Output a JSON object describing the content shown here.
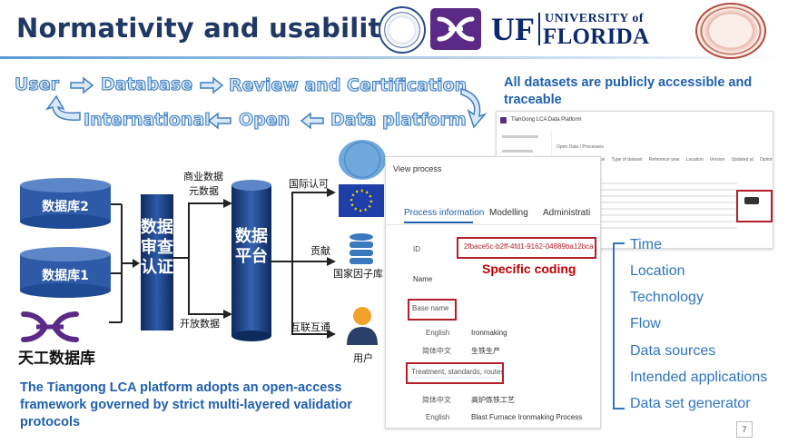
{
  "title": "Normativity and usability",
  "logos": {
    "xd_logo": "XD logo",
    "uf_letters": "UF",
    "uf_university": "UNIVERSITY of",
    "uf_florida": "FLORIDA"
  },
  "flow": {
    "user": "User",
    "database": "Database",
    "review": "Review and Certification",
    "international": "International",
    "open": "Open",
    "data_platform": "Data platform"
  },
  "public_note": "All datasets are publicly accessible and traceable",
  "diagram": {
    "db2": "数据库2",
    "db1": "数据库1",
    "tiangong_db": "天工数据库",
    "review_bar": "数据审查认证",
    "platform_bar": "数据平台",
    "commercial": "商业数据",
    "metadata": "元数据",
    "open_data": "开放数据",
    "intl_recognition": "国际认可",
    "contribution": "贡献",
    "national_factor_db": "国家因子库",
    "interconnect": "互联互通",
    "users": "用户"
  },
  "footer_note": "The Tiangong LCA platform adopts an open-access framework governed by strict multi-layered validatior protocols",
  "screens": {
    "platform_title": "TianGong LCA Data Platform",
    "breadcrumb": "Open Data / Processes",
    "col_headers": [
      "Classification",
      "Type of dataset",
      "Reference year",
      "Location",
      "Version",
      "Updated at",
      "Option"
    ],
    "view_process": "View process",
    "tabs": [
      "Process information",
      "Modelling",
      "Administrati"
    ],
    "id_label": "ID",
    "id_value": "2fbace5c-b2ff-4fd1-9162-04889ba12bca",
    "specific_coding": "Specific coding",
    "name_label": "Name",
    "base_name": "Base name",
    "english_label": "English",
    "english_value": "Ironmaking",
    "chinese_label": "简体中文",
    "chinese_value": "生铁生产",
    "treatment_label": "Treatment, standards, routes",
    "chinese_value2": "高炉炼铁工艺",
    "english_value2": "Blast Furnace Ironmaking Process"
  },
  "attributes": [
    "Time",
    "Location",
    "Technology",
    "Flow",
    "Data sources",
    "Intended applications",
    "Data set generator"
  ],
  "page_number": "7"
}
